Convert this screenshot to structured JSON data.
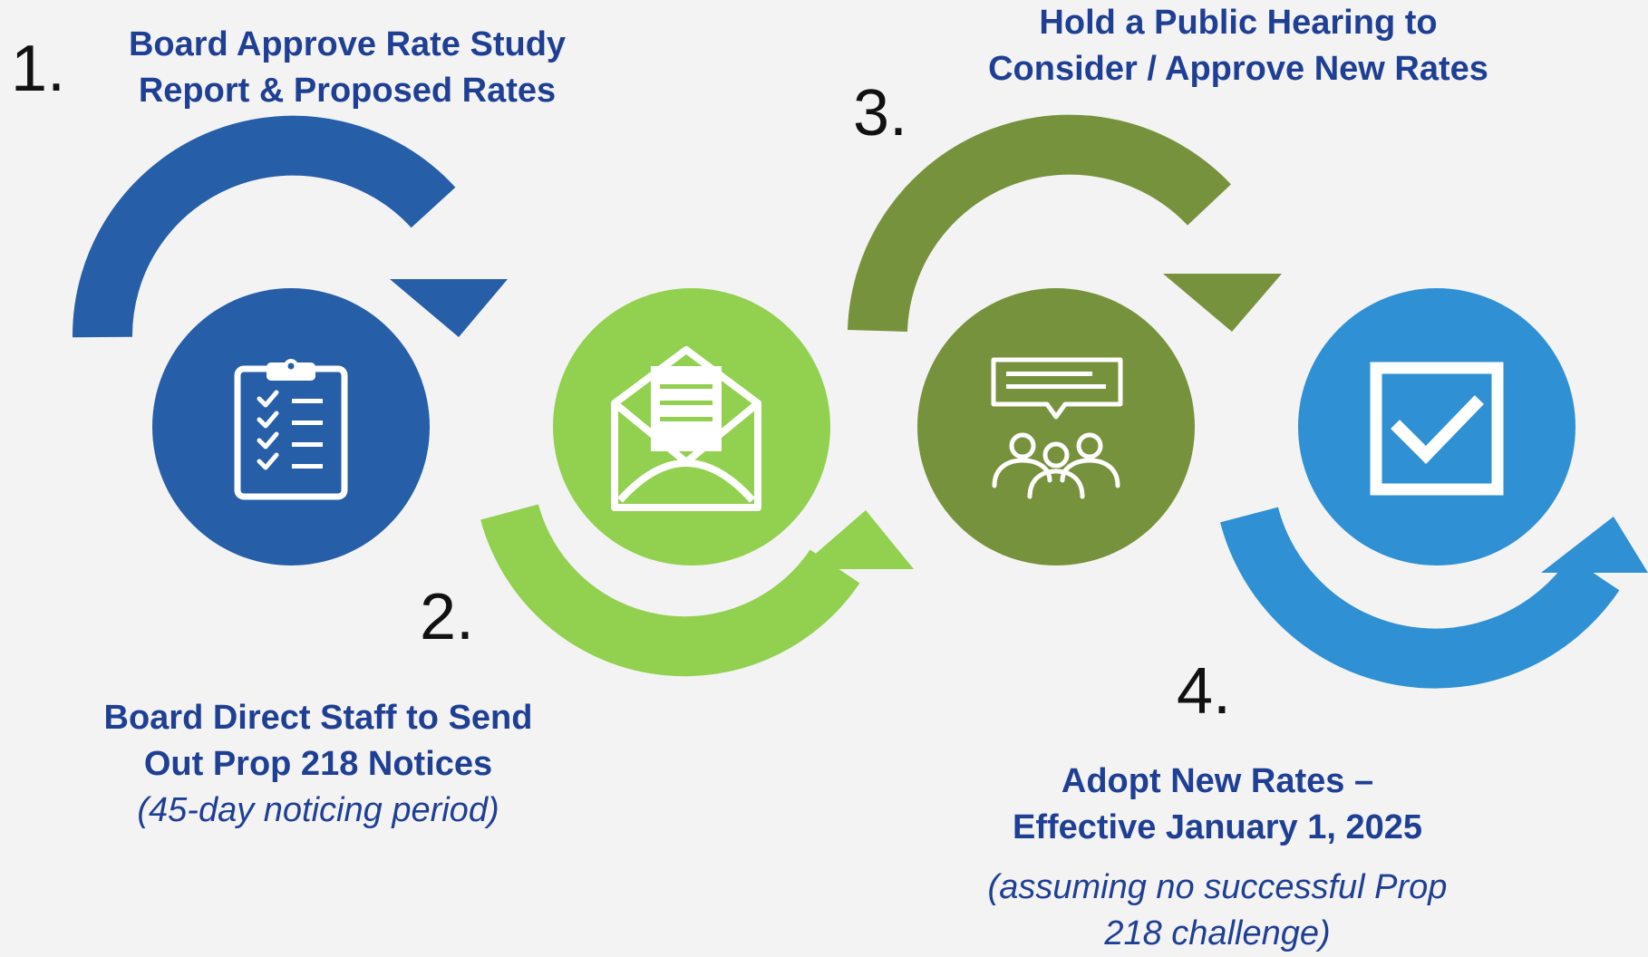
{
  "colors": {
    "background": "#f3f3f3",
    "text_blue": "#1f3f94",
    "number_black": "#111111",
    "dark_blue": "#265ea8",
    "light_green": "#92d050",
    "olive_green": "#76923c",
    "sky_blue": "#2f90d4",
    "icon_white": "#ffffff"
  },
  "steps": [
    {
      "number": "1.",
      "title_lines": [
        "Board Approve Rate Study",
        "Report & Proposed Rates"
      ],
      "icon": "clipboard-checklist-icon"
    },
    {
      "number": "2.",
      "title_lines": [
        "Board Direct Staff to Send",
        "Out Prop 218 Notices"
      ],
      "note_lines": [
        "(45-day noticing period)"
      ],
      "icon": "open-envelope-letter-icon"
    },
    {
      "number": "3.",
      "title_lines": [
        "Hold a Public Hearing to",
        "Consider / Approve New Rates"
      ],
      "icon": "public-meeting-speech-bubble-icon"
    },
    {
      "number": "4.",
      "title_lines": [
        "Adopt New Rates –",
        "Effective January 1, 2025"
      ],
      "note_lines": [
        "(assuming no successful Prop",
        "218 challenge)"
      ],
      "icon": "checked-box-icon"
    }
  ]
}
